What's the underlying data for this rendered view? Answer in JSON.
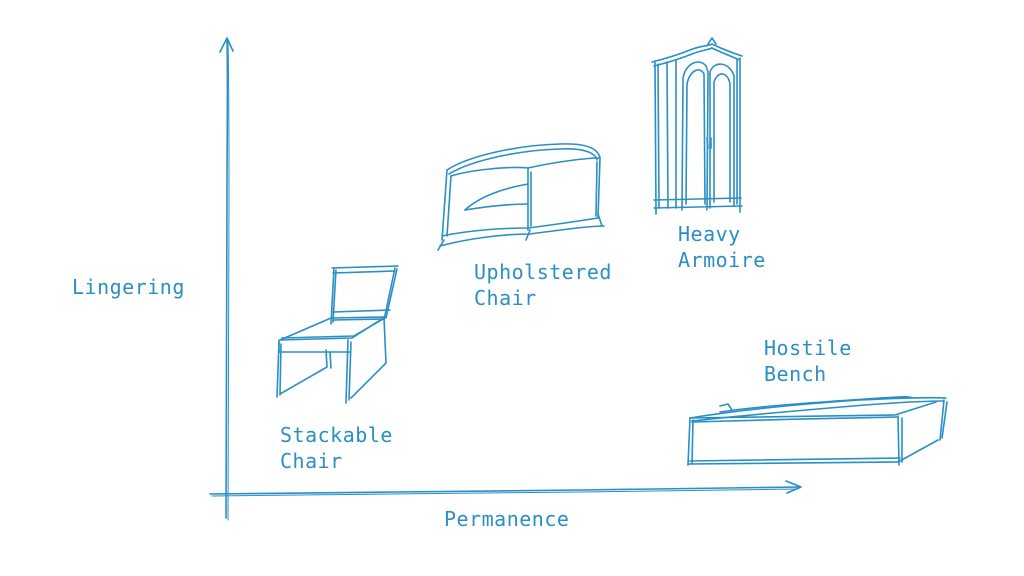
{
  "diagram": {
    "ink_color": "#2a8fc4",
    "axes": {
      "y_label": "Lingering",
      "x_label": "Permanence"
    },
    "items": [
      {
        "id": "stackable-chair",
        "line1": "Stackable",
        "line2": "Chair"
      },
      {
        "id": "upholstered-chair",
        "line1": "Upholstered",
        "line2": "Chair"
      },
      {
        "id": "heavy-armoire",
        "line1": "Heavy",
        "line2": "Armoire"
      },
      {
        "id": "hostile-bench",
        "line1": "Hostile",
        "line2": "Bench"
      }
    ]
  }
}
